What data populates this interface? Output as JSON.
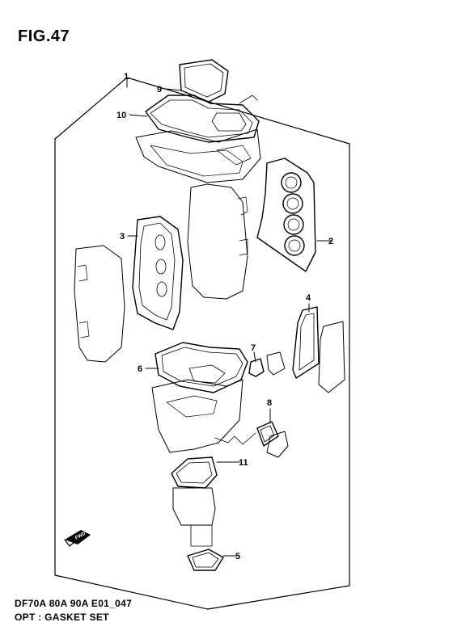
{
  "figure": {
    "title": "FIG.47",
    "code": "DF70A 80A 90A E01_047",
    "caption": "OPT : GASKET SET"
  },
  "callouts": [
    "1",
    "2",
    "3",
    "4",
    "5",
    "6",
    "7",
    "8",
    "9",
    "10",
    "11"
  ],
  "direction_badge": "FWD"
}
